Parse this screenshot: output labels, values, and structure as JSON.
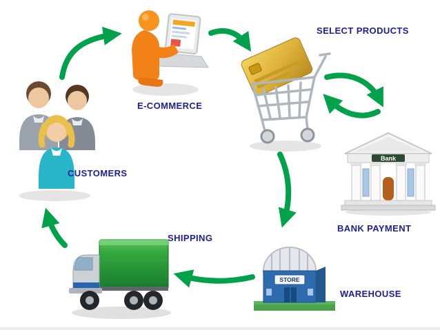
{
  "diagram": {
    "nodes": [
      {
        "id": "customers",
        "label": "CUSTOMERS",
        "icon": "customers-group-icon"
      },
      {
        "id": "ecommerce",
        "label": "E-COMMERCE",
        "icon": "person-laptop-icon"
      },
      {
        "id": "select_products",
        "label": "SELECT PRODUCTS",
        "icon": "shopping-cart-credit-card-icon"
      },
      {
        "id": "bank_payment",
        "label": "BANK PAYMENT",
        "icon": "bank-building-icon"
      },
      {
        "id": "warehouse",
        "label": "WAREHOUSE",
        "icon": "warehouse-store-icon"
      },
      {
        "id": "shipping",
        "label": "SHIPPING",
        "icon": "delivery-truck-icon"
      }
    ],
    "signs": {
      "bank": "Bank",
      "store": "STORE"
    },
    "arrows": [
      {
        "from": "customers",
        "to": "ecommerce"
      },
      {
        "from": "ecommerce",
        "to": "select_products"
      },
      {
        "from": "select_products",
        "to": "bank_payment"
      },
      {
        "from": "bank_payment",
        "to": "select_products"
      },
      {
        "from": "select_products",
        "to": "warehouse"
      },
      {
        "from": "warehouse",
        "to": "shipping"
      },
      {
        "from": "shipping",
        "to": "customers"
      }
    ],
    "colors": {
      "label_text": "#1e1e96",
      "arrow_green": "#00a14b",
      "background": "#ffffff"
    }
  }
}
